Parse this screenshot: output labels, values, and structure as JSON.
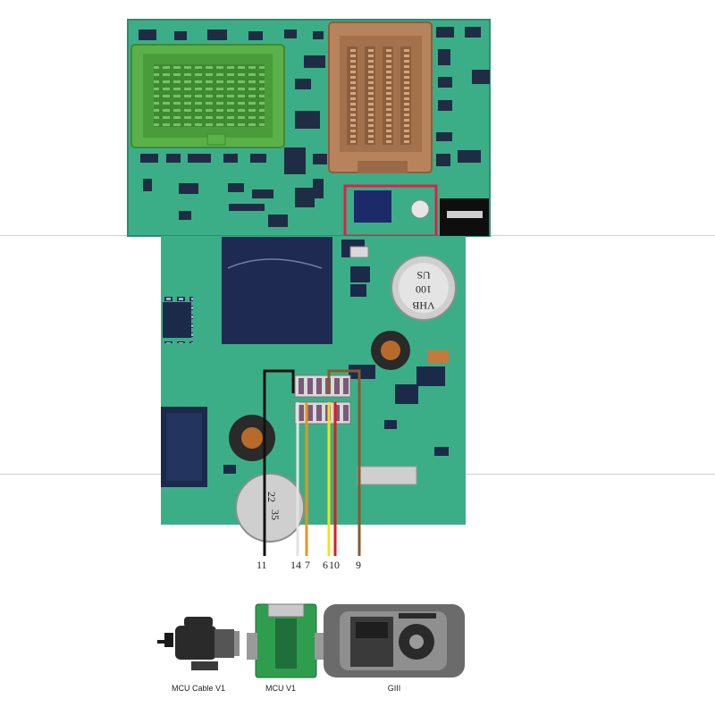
{
  "wire_labels": [
    {
      "text": "11",
      "color": "#111111"
    },
    {
      "text": "14",
      "color": "#d9d9d9"
    },
    {
      "text": "7",
      "color": "#e8951c"
    },
    {
      "text": "6",
      "color": "#f3e21a"
    },
    {
      "text": "10",
      "color": "#e01b1b"
    },
    {
      "text": "9",
      "color": "#8a5a2b"
    }
  ],
  "capacitor_top": {
    "line1": "US",
    "line2": "100",
    "line3": "VHB"
  },
  "capacitor_bottom": {
    "line1": "22",
    "line2": "35"
  },
  "devices": [
    {
      "label": "MCU Cable V1"
    },
    {
      "label": "MCU  V1"
    },
    {
      "label": "GIII"
    }
  ],
  "colors": {
    "pcb_green": "#3bae88",
    "connector_green": "#5bb04a",
    "connector_brown": "#b7835c",
    "highlight": "#e0204a"
  }
}
